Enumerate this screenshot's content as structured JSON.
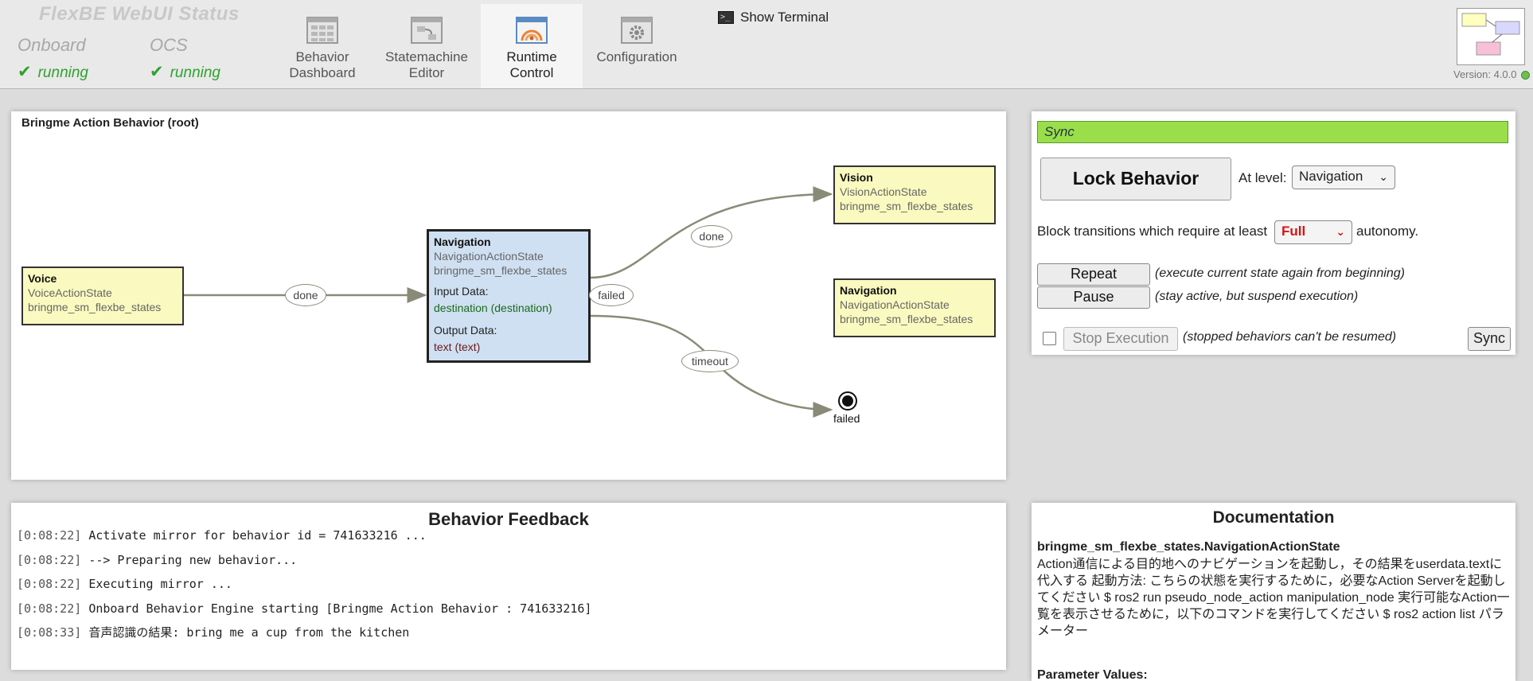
{
  "header": {
    "app_title": "FlexBE  WebUI Status",
    "onboard": {
      "label": "Onboard",
      "status": "running"
    },
    "ocs": {
      "label": "OCS",
      "status": "running"
    },
    "tabs": [
      {
        "label_line1": "Behavior",
        "label_line2": "Dashboard",
        "icon": "dashboard-grid-icon",
        "active": false
      },
      {
        "label_line1": "Statemachine",
        "label_line2": "Editor",
        "icon": "statemachine-editor-icon",
        "active": false
      },
      {
        "label_line1": "Runtime",
        "label_line2": "Control",
        "icon": "runtime-control-icon",
        "active": true
      },
      {
        "label_line1": "Configuration",
        "label_line2": "",
        "icon": "gear-icon",
        "active": false
      }
    ],
    "show_terminal": "Show Terminal",
    "version": "Version: 4.0.0"
  },
  "statemachine": {
    "title": "Bringme Action Behavior (root)",
    "states": {
      "voice": {
        "name": "Voice",
        "class": "VoiceActionState",
        "package": "bringme_sm_flexbe_states"
      },
      "navigation_active": {
        "name": "Navigation",
        "class": "NavigationActionState",
        "package": "bringme_sm_flexbe_states",
        "input_title": "Input Data:",
        "input": "destination (destination)",
        "output_title": "Output Data:",
        "output": "text (text)"
      },
      "vision": {
        "name": "Vision",
        "class": "VisionActionState",
        "package": "bringme_sm_flexbe_states"
      },
      "navigation": {
        "name": "Navigation",
        "class": "NavigationActionState",
        "package": "bringme_sm_flexbe_states"
      }
    },
    "edges": {
      "done1": "done",
      "done2": "done",
      "failed": "failed",
      "timeout": "timeout"
    },
    "outcome": "failed"
  },
  "control": {
    "sync_status": "Sync",
    "lock_button": "Lock Behavior",
    "at_level_label": "At level:",
    "level_value": "Navigation",
    "block_label": "Block transitions which require at least",
    "autonomy_value": "Full",
    "autonomy_suffix": "autonomy.",
    "repeat_button": "Repeat",
    "repeat_desc": "(execute current state again from beginning)",
    "pause_button": "Pause",
    "pause_desc": "(stay active, but suspend execution)",
    "stop_button": "Stop Execution",
    "stop_desc": "(stopped behaviors can't be resumed)",
    "sync_button": "Sync"
  },
  "feedback": {
    "title": "Behavior Feedback",
    "lines": [
      {
        "time": "[0:08:22]",
        "text": "Activate mirror for behavior id = 741633216 ..."
      },
      {
        "time": "[0:08:22]",
        "text": "--> Preparing new behavior..."
      },
      {
        "time": "[0:08:22]",
        "text": "Executing mirror ..."
      },
      {
        "time": "[0:08:22]",
        "text": "Onboard Behavior Engine starting [Bringme Action Behavior : 741633216]"
      },
      {
        "time": "[0:08:33]",
        "text": "音声認識の結果: bring me a cup from the kitchen"
      }
    ]
  },
  "documentation": {
    "title": "Documentation",
    "class_name": "bringme_sm_flexbe_states.NavigationActionState",
    "text": "Action通信による目的地へのナビゲーションを起動し，その結果をuserdata.textに代入する 起動方法: こちらの状態を実行するために，必要なAction Serverを起動してください $ ros2 run pseudo_node_action manipulation_node 実行可能なAction一覧を表示させるために，以下のコマンドを実行してください $ ros2 action list パラメーター",
    "params_title": "Parameter Values:"
  },
  "colors": {
    "sync_bar": "#9adf4a",
    "running": "#2fa22f",
    "active_state": "#cfe0f2",
    "state_fill": "#fafac0",
    "autonomy_full": "#dd1111"
  }
}
